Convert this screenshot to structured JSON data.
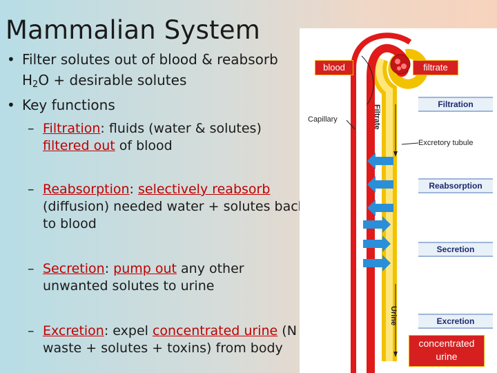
{
  "slide": {
    "title": "Mammalian System",
    "bullets": [
      {
        "marker": "•",
        "line1": "Filter solutes out of blood & reabsorb",
        "line2_pre": "H",
        "line2_sub": "2",
        "line2_post": "O + desirable solutes"
      },
      {
        "marker": "•",
        "line1": "Key functions"
      }
    ],
    "functions": [
      {
        "term": "Filtration",
        "rest1": ": fluids (water & solutes)",
        "line2_red": "filtered out",
        "line2_rest": " of blood"
      },
      {
        "term": "Reabsorption",
        "mid": ": ",
        "red2": "selectively reabsorb",
        "line2": "(diffusion) needed water + solutes back",
        "line3": "to blood"
      },
      {
        "term": "Secretion",
        "mid": ": ",
        "red2": "pump out",
        "rest1": " any other",
        "line2": "unwanted solutes to urine"
      },
      {
        "term": "Excretion",
        "mid": ": expel ",
        "red2": "concentrated urine",
        "rest1": " (N",
        "line2": "waste + solutes + toxins) from body"
      }
    ]
  },
  "diagram": {
    "blood_label": "blood",
    "filtrate_label": "filtrate",
    "concentrated_label_1": "concentrated",
    "concentrated_label_2": "urine",
    "capillary_label": "Capillary",
    "tubule_label": "Excretory tubule",
    "filtrate_vertical": "Filtrate",
    "urine_vertical": "Urine",
    "stages": [
      "Filtration",
      "Reabsorption",
      "Secretion",
      "Excretion"
    ],
    "colors": {
      "capillary": "#e01a1a",
      "tubule": "#f2c200",
      "arrow": "#2a8fd8",
      "label_bg": "#d62020"
    }
  }
}
